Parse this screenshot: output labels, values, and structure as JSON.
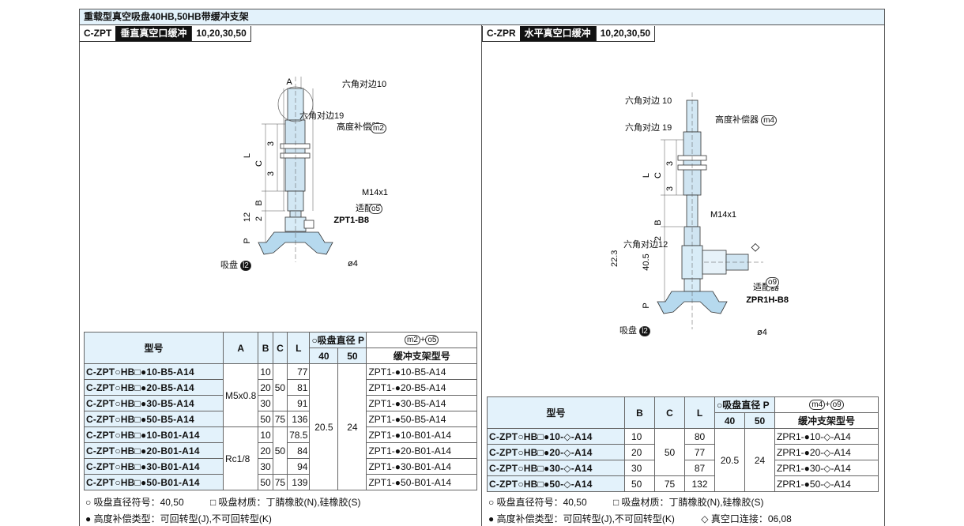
{
  "page_title": "重载型真空吸盘40HB,50HB带缓冲支架",
  "left": {
    "code": "C-ZPT",
    "name": "垂直真空口缓冲",
    "sizes": "10,20,30,50",
    "diagram": {
      "A": "A",
      "hex10": "六角对边10",
      "hex19": "六角对边19",
      "height_comp": "高度补偿器",
      "height_comp_tag": "m2",
      "L": "L",
      "C": "C",
      "three1": "3",
      "three2": "3",
      "M14": "M14x1",
      "B": "B",
      "adapter": "适配器",
      "adapter_tag": "o5",
      "adapter_model": "ZPT1-B8",
      "twelve": "12",
      "two": "2",
      "P": "P",
      "suction_cup": "吸盘",
      "cup_tag": "l2",
      "phi4": "ø4"
    },
    "table": {
      "h_model": "型号",
      "h_A": "A",
      "h_B": "B",
      "h_C": "C",
      "h_L": "L",
      "h_dia": "○吸盘直径 P",
      "h_40": "40",
      "h_50": "50",
      "h_tag1": "m2",
      "h_plus": "+",
      "h_tag2": "o5",
      "h_bracket": "缓冲支架型号",
      "A_group1": "M5x0.8",
      "A_group2": "Rc1/8",
      "p40": "20.5",
      "p50": "24",
      "rows": [
        {
          "model": "C-ZPT○HB□●10-B5-A14",
          "B": "10",
          "C": "",
          "L": "77",
          "bracket": "ZPT1-●10-B5-A14"
        },
        {
          "model": "C-ZPT○HB□●20-B5-A14",
          "B": "20",
          "C": "50",
          "L": "81",
          "bracket": "ZPT1-●20-B5-A14"
        },
        {
          "model": "C-ZPT○HB□●30-B5-A14",
          "B": "30",
          "C": "",
          "L": "91",
          "bracket": "ZPT1-●30-B5-A14"
        },
        {
          "model": "C-ZPT○HB□●50-B5-A14",
          "B": "50",
          "C": "75",
          "L": "136",
          "bracket": "ZPT1-●50-B5-A14"
        },
        {
          "model": "C-ZPT○HB□●10-B01-A14",
          "B": "10",
          "C": "",
          "L": "78.5",
          "bracket": "ZPT1-●10-B01-A14"
        },
        {
          "model": "C-ZPT○HB□●20-B01-A14",
          "B": "20",
          "C": "50",
          "L": "84",
          "bracket": "ZPT1-●20-B01-A14"
        },
        {
          "model": "C-ZPT○HB□●30-B01-A14",
          "B": "30",
          "C": "",
          "L": "94",
          "bracket": "ZPT1-●30-B01-A14"
        },
        {
          "model": "C-ZPT○HB□●50-B01-A14",
          "B": "50",
          "C": "75",
          "L": "139",
          "bracket": "ZPT1-●50-B01-A14"
        }
      ]
    },
    "notes": {
      "n1": "○ 吸盘直径符号：40,50",
      "n2": "□ 吸盘材质：丁腈橡胶(N),硅橡胶(S)",
      "n3": "● 高度补偿类型：可回转型(J),不可回转型(K)"
    }
  },
  "right": {
    "code": "C-ZPR",
    "name": "水平真空口缓冲",
    "sizes": "10,20,30,50",
    "diagram": {
      "hex10": "六角对边 10",
      "hex19": "六角对边 19",
      "height_comp": "高度补偿器",
      "height_comp_tag": "m4",
      "L": "L",
      "C": "C",
      "three1": "3",
      "three2": "3",
      "M14": "M14x1",
      "B": "B",
      "two": "2",
      "hex12": "六角对边12",
      "diamond": "◇",
      "d405": "40.5",
      "d223": "22.3",
      "adapter": "适配器",
      "adapter_tag": "o9",
      "adapter_model": "ZPR1H-B8",
      "P": "P",
      "suction_cup": "吸盘",
      "cup_tag": "l2",
      "phi4": "ø4"
    },
    "table": {
      "h_model": "型号",
      "h_B": "B",
      "h_C": "C",
      "h_L": "L",
      "h_dia": "○吸盘直径 P",
      "h_40": "40",
      "h_50": "50",
      "h_tag1": "m4",
      "h_plus": "+",
      "h_tag2": "o9",
      "h_bracket": "缓冲支架型号",
      "p40": "20.5",
      "p50": "24",
      "rows": [
        {
          "model": "C-ZPT○HB□●10-◇-A14",
          "B": "10",
          "C": "",
          "L": "80",
          "bracket": "ZPR1-●10-◇-A14"
        },
        {
          "model": "C-ZPT○HB□●20-◇-A14",
          "B": "20",
          "C": "50",
          "L": "77",
          "bracket": "ZPR1-●20-◇-A14"
        },
        {
          "model": "C-ZPT○HB□●30-◇-A14",
          "B": "30",
          "C": "",
          "L": "87",
          "bracket": "ZPR1-●30-◇-A14"
        },
        {
          "model": "C-ZPT○HB□●50-◇-A14",
          "B": "50",
          "C": "75",
          "L": "132",
          "bracket": "ZPR1-●50-◇-A14"
        }
      ]
    },
    "notes": {
      "n1": "○ 吸盘直径符号：40,50",
      "n2": "□ 吸盘材质：丁腈橡胶(N),硅橡胶(S)",
      "n3": "● 高度补偿类型：可回转型(J),不可回转型(K)",
      "n4": "◇ 真空口连接：06,08"
    }
  }
}
